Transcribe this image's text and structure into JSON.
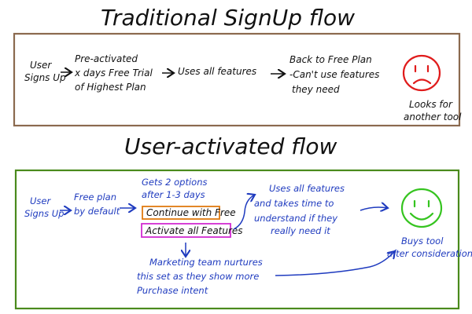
{
  "titles": {
    "top": "Traditional SignUp flow",
    "bottom": "User-activated flow"
  },
  "traditional": {
    "step1": [
      "User",
      "Signs Up"
    ],
    "step2": [
      "Pre-activated",
      "x days Free Trial",
      "of Highest Plan"
    ],
    "step3": "Uses all features",
    "step4": [
      "Back to Free Plan",
      "-Can't use features",
      "they need"
    ],
    "outcome": [
      "Looks for",
      "another tool"
    ]
  },
  "activated": {
    "step1": [
      "User",
      "Signs Up"
    ],
    "step2": [
      "Free plan",
      "by default"
    ],
    "step3": [
      "Gets 2 options",
      "after 1-3 days"
    ],
    "option_free": "Continue with Free",
    "option_activate": "Activate all Features",
    "nurture": [
      "Marketing team nurtures",
      "this set as they show more",
      "Purchase intent"
    ],
    "evaluate": [
      "Uses all features",
      "and takes time to",
      "understand if they",
      "really need it"
    ],
    "outcome": [
      "Buys tool",
      "after consideration"
    ]
  },
  "colors": {
    "top_frame": "#8b6a4f",
    "bottom_frame": "#4a8a1c",
    "blue_ink": "#1f3bbf",
    "sad_face": "#e01b1b",
    "happy_face": "#35c41f",
    "free_box": "#e07a10",
    "activate_box": "#d12bd1"
  },
  "icons": {
    "sad": "sad-face-icon",
    "happy": "smiley-face-icon"
  }
}
